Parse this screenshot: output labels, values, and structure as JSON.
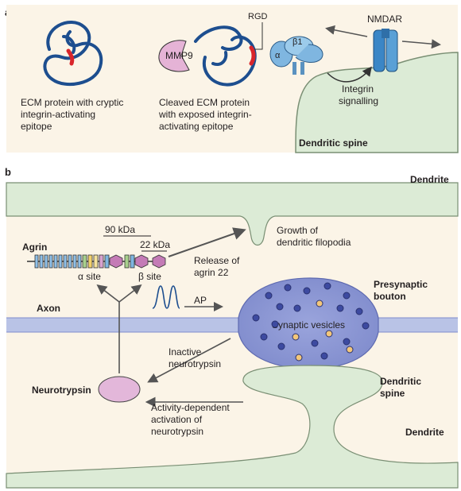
{
  "panel_a": {
    "label": "a",
    "rgd": "RGD",
    "nmdar": "NMDAR",
    "mmp9": "MMP9",
    "alpha": "α",
    "beta1": "β1",
    "ecm_caption": [
      "ECM protein with cryptic",
      "integrin-activating",
      "epitope"
    ],
    "cleaved_caption": [
      "Cleaved ECM protein",
      "with exposed integrin-",
      "activating epitope"
    ],
    "integrin_signalling": [
      "Integrin",
      "signalling"
    ],
    "dendritic_spine": "Dendritic spine"
  },
  "panel_b": {
    "label": "b",
    "dendrite_top": "Dendrite",
    "dendrite_bottom": "Dendrite",
    "growth": [
      "Growth of",
      "dendritic filopodia"
    ],
    "agrin": "Agrin",
    "kda90": "90 kDa",
    "kda22": "22 kDa",
    "alpha_site": "α site",
    "beta_site": "β site",
    "release": [
      "Release of",
      "agrin 22"
    ],
    "axon": "Axon",
    "ap": "AP",
    "presynaptic": [
      "Presynaptic",
      "bouton"
    ],
    "synaptic_vesicles": "Synaptic vesicles",
    "inactive": [
      "Inactive",
      "neurotrypsin"
    ],
    "neurotrypsin": "Neurotrypsin",
    "activity": [
      "Activity-dependent",
      "activation of",
      "neurotrypsin"
    ],
    "dendritic_spine": [
      "Dendritic",
      "spine"
    ]
  },
  "colors": {
    "spine_green": "#dcebd6",
    "axon_blue": "#b9c3e6",
    "bouton_blue": "#8c97d4",
    "neurotrypsin_pink": "#e3b7da",
    "mmp9_pink": "#e5b3d6",
    "protein_blue": "#1d4e8f",
    "epitope_red": "#d9252b",
    "integrin_blue": "#7fb6e0",
    "nmdar_blue": "#3b86c6",
    "background_beige": "#fbf4e7"
  }
}
